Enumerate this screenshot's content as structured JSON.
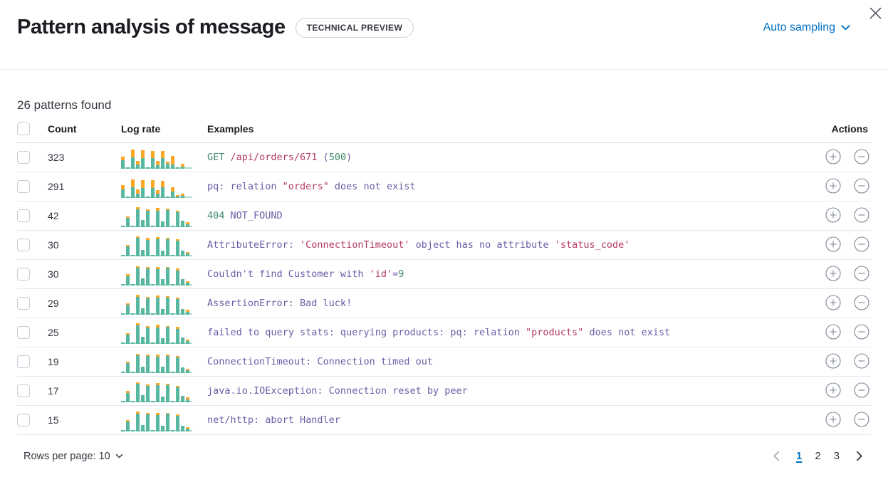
{
  "header": {
    "title": "Pattern analysis of message",
    "badge": "TECHNICAL PREVIEW",
    "sampling_label": "Auto sampling"
  },
  "summary": "26 patterns found",
  "colors": {
    "accent_blue": "#0071c2",
    "bar_teal": "#57b7a0",
    "bar_orange": "#fca728",
    "bar_baseline": "#a9dbcb",
    "token_purple": "#6c5ca6",
    "token_red": "#b23a5e",
    "token_green": "#3f8a6a"
  },
  "table": {
    "columns": {
      "count": "Count",
      "log_rate": "Log rate",
      "examples": "Examples",
      "actions": "Actions"
    },
    "rows": [
      {
        "count": "323",
        "bars": [
          [
            12,
            5
          ],
          [
            2,
            0
          ],
          [
            16,
            11
          ],
          [
            6,
            5
          ],
          [
            15,
            11
          ],
          [
            2,
            0
          ],
          [
            15,
            10
          ],
          [
            5,
            6
          ],
          [
            15,
            10
          ],
          [
            7,
            3
          ],
          [
            6,
            12
          ],
          [
            2,
            0
          ],
          [
            3,
            4
          ]
        ],
        "example": [
          [
            "GET",
            "green"
          ],
          [
            " /api/orders/671",
            "red"
          ],
          [
            " (",
            "purple"
          ],
          [
            "500",
            "green"
          ],
          [
            ")",
            "purple"
          ]
        ]
      },
      {
        "count": "291",
        "bars": [
          [
            12,
            6
          ],
          [
            2,
            0
          ],
          [
            15,
            11
          ],
          [
            6,
            6
          ],
          [
            14,
            11
          ],
          [
            2,
            0
          ],
          [
            14,
            11
          ],
          [
            6,
            5
          ],
          [
            15,
            9
          ],
          [
            2,
            0
          ],
          [
            9,
            6
          ],
          [
            2,
            2
          ],
          [
            3,
            3
          ]
        ],
        "example": [
          [
            "pq: relation ",
            "purple"
          ],
          [
            "\"orders\"",
            "red"
          ],
          [
            " does not exist",
            "purple"
          ]
        ]
      },
      {
        "count": "42",
        "bars": [
          [
            2,
            0
          ],
          [
            13,
            2
          ],
          [
            2,
            0
          ],
          [
            25,
            3
          ],
          [
            10,
            0
          ],
          [
            23,
            2
          ],
          [
            2,
            0
          ],
          [
            23,
            4
          ],
          [
            8,
            0
          ],
          [
            24,
            2
          ],
          [
            2,
            0
          ],
          [
            21,
            2
          ],
          [
            9,
            0
          ],
          [
            4,
            3
          ]
        ],
        "example": [
          [
            "404",
            "green"
          ],
          [
            " NOT_FOUND",
            "purple"
          ]
        ]
      },
      {
        "count": "30",
        "bars": [
          [
            2,
            0
          ],
          [
            14,
            2
          ],
          [
            2,
            0
          ],
          [
            26,
            2
          ],
          [
            9,
            0
          ],
          [
            23,
            3
          ],
          [
            2,
            0
          ],
          [
            24,
            3
          ],
          [
            8,
            0
          ],
          [
            24,
            2
          ],
          [
            2,
            0
          ],
          [
            22,
            2
          ],
          [
            8,
            0
          ],
          [
            4,
            2
          ]
        ],
        "example": [
          [
            "AttributeError: ",
            "purple"
          ],
          [
            "'ConnectionTimeout'",
            "red"
          ],
          [
            " object has no attribute ",
            "purple"
          ],
          [
            "'status_code'",
            "red"
          ]
        ]
      },
      {
        "count": "30",
        "bars": [
          [
            2,
            0
          ],
          [
            13,
            3
          ],
          [
            2,
            0
          ],
          [
            25,
            2
          ],
          [
            10,
            0
          ],
          [
            24,
            2
          ],
          [
            2,
            0
          ],
          [
            23,
            3
          ],
          [
            9,
            0
          ],
          [
            25,
            1
          ],
          [
            2,
            0
          ],
          [
            21,
            3
          ],
          [
            9,
            0
          ],
          [
            4,
            2
          ]
        ],
        "example": [
          [
            "Couldn't find Customer with ",
            "purple"
          ],
          [
            "'id'",
            "red"
          ],
          [
            "=",
            "purple"
          ],
          [
            "9",
            "green"
          ]
        ]
      },
      {
        "count": "29",
        "bars": [
          [
            2,
            0
          ],
          [
            14,
            2
          ],
          [
            2,
            0
          ],
          [
            25,
            3
          ],
          [
            9,
            0
          ],
          [
            23,
            2
          ],
          [
            2,
            0
          ],
          [
            24,
            3
          ],
          [
            8,
            0
          ],
          [
            24,
            2
          ],
          [
            2,
            0
          ],
          [
            22,
            2
          ],
          [
            8,
            0
          ],
          [
            4,
            3
          ]
        ],
        "example": [
          [
            "AssertionError: Bad luck!",
            "purple"
          ]
        ]
      },
      {
        "count": "25",
        "bars": [
          [
            2,
            0
          ],
          [
            13,
            2
          ],
          [
            2,
            0
          ],
          [
            26,
            3
          ],
          [
            10,
            0
          ],
          [
            23,
            2
          ],
          [
            2,
            0
          ],
          [
            23,
            4
          ],
          [
            8,
            0
          ],
          [
            24,
            1
          ],
          [
            2,
            0
          ],
          [
            21,
            3
          ],
          [
            9,
            0
          ],
          [
            4,
            2
          ]
        ],
        "example": [
          [
            "failed to query stats: querying products: pq: relation ",
            "purple"
          ],
          [
            "\"products\"",
            "red"
          ],
          [
            " does not exist",
            "purple"
          ]
        ]
      },
      {
        "count": "19",
        "bars": [
          [
            2,
            0
          ],
          [
            14,
            2
          ],
          [
            2,
            0
          ],
          [
            25,
            2
          ],
          [
            9,
            0
          ],
          [
            24,
            2
          ],
          [
            2,
            0
          ],
          [
            23,
            3
          ],
          [
            9,
            0
          ],
          [
            24,
            2
          ],
          [
            2,
            0
          ],
          [
            22,
            2
          ],
          [
            8,
            0
          ],
          [
            4,
            2
          ]
        ],
        "example": [
          [
            "ConnectionTimeout: Connection timed out",
            "purple"
          ]
        ]
      },
      {
        "count": "17",
        "bars": [
          [
            2,
            0
          ],
          [
            13,
            3
          ],
          [
            2,
            0
          ],
          [
            26,
            2
          ],
          [
            10,
            0
          ],
          [
            23,
            2
          ],
          [
            2,
            0
          ],
          [
            24,
            3
          ],
          [
            8,
            0
          ],
          [
            24,
            2
          ],
          [
            2,
            0
          ],
          [
            21,
            2
          ],
          [
            9,
            0
          ],
          [
            4,
            3
          ]
        ],
        "example": [
          [
            "java.io.IOException: Connection reset by peer",
            "purple"
          ]
        ]
      },
      {
        "count": "15",
        "bars": [
          [
            2,
            0
          ],
          [
            14,
            2
          ],
          [
            2,
            0
          ],
          [
            25,
            3
          ],
          [
            9,
            0
          ],
          [
            24,
            2
          ],
          [
            2,
            0
          ],
          [
            23,
            3
          ],
          [
            8,
            0
          ],
          [
            25,
            1
          ],
          [
            2,
            0
          ],
          [
            22,
            2
          ],
          [
            8,
            0
          ],
          [
            4,
            2
          ]
        ],
        "example": [
          [
            "net/http: abort Handler",
            "purple"
          ]
        ]
      }
    ]
  },
  "footer": {
    "rows_per_page_label": "Rows per page: 10",
    "pagination": {
      "pages": [
        "1",
        "2",
        "3"
      ],
      "active": "1"
    }
  }
}
